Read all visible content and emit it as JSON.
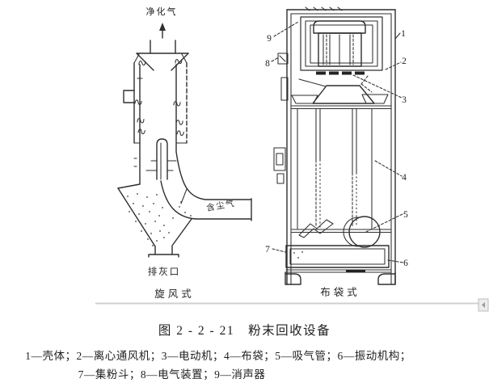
{
  "caption": {
    "title": "图 2 - 2 - 21　粉末回收设备",
    "legend_line1": "1—壳体；2—离心通风机；3—电动机；4—布袋；5—吸气管；6—振动机构；",
    "legend_line2": "7—集粉斗；8—电气装置；9—消声器"
  },
  "cyclone_diagram": {
    "type_label": "旋风式",
    "clean_gas_label": "净化气",
    "dusty_gas_label": "含尘气",
    "ash_outlet_label": "排灰口"
  },
  "bag_diagram": {
    "type_label": "布袋式",
    "part_labels": {
      "n1": "1",
      "n2": "2",
      "n3": "3",
      "n4": "4",
      "n5": "5",
      "n6": "6",
      "n7": "7",
      "n8": "8",
      "n9": "9"
    }
  },
  "colors": {
    "line": "#2e2e2e",
    "text": "#1f1f1f",
    "artifact": "#d0d0d0"
  }
}
